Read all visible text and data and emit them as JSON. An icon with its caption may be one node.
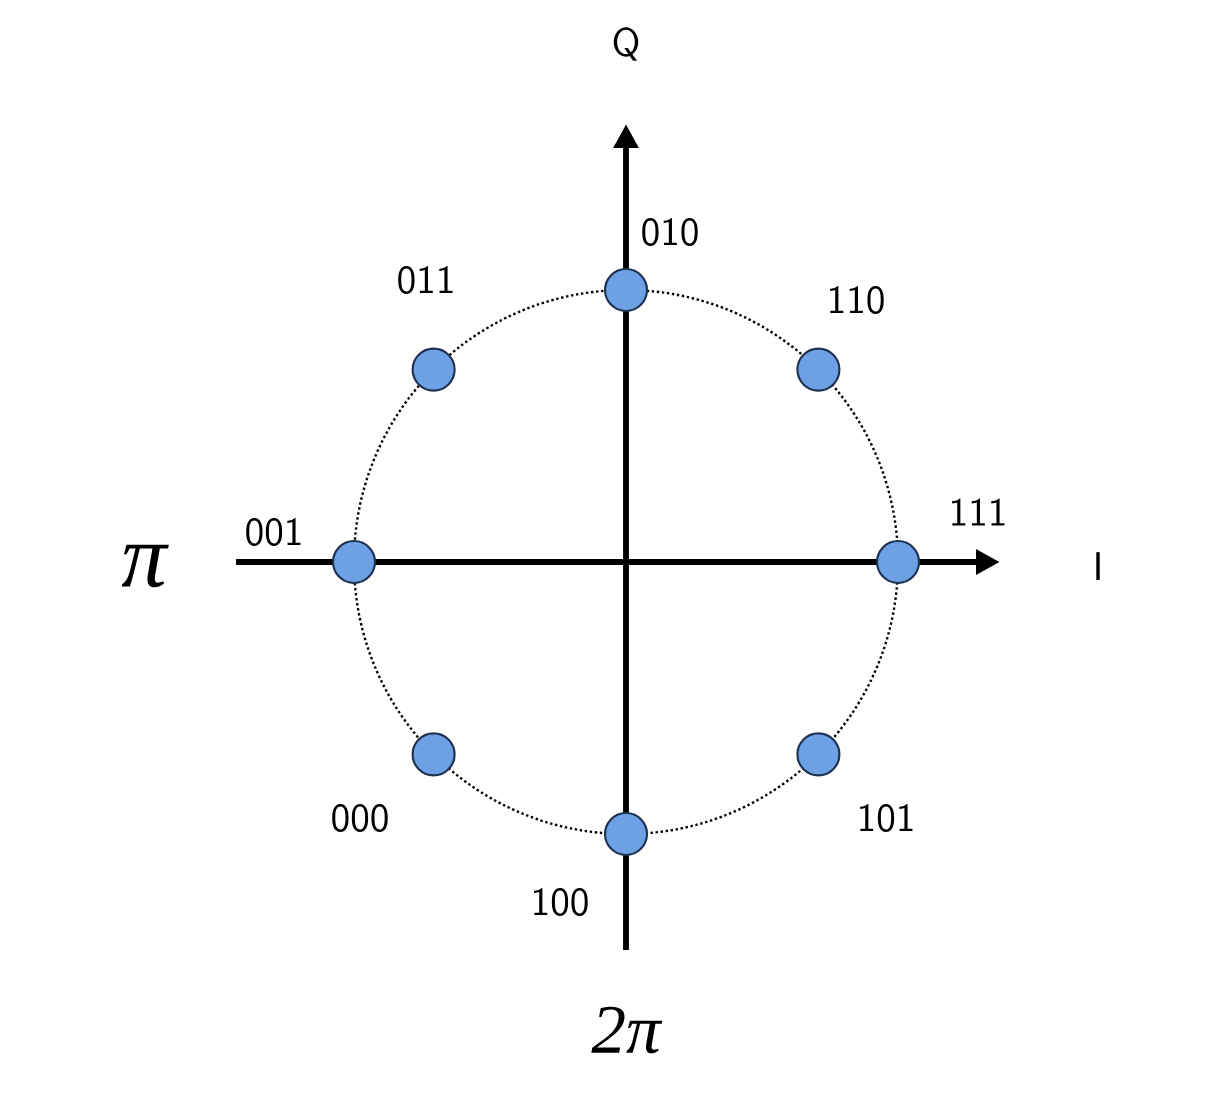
{
  "diagram": {
    "labels": [
      "Q",
      "010",
      "011",
      "110",
      "π",
      "001",
      "111",
      "I",
      "000",
      "101",
      "100",
      "2π"
    ]
  }
}
